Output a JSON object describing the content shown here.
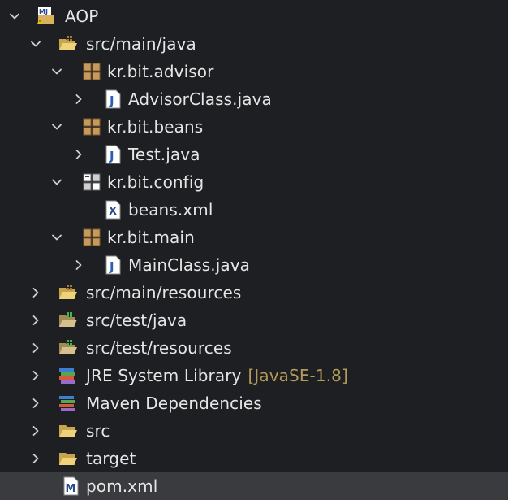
{
  "tree": {
    "project": {
      "label": "AOP"
    },
    "src_main_java": {
      "label": "src/main/java"
    },
    "pkg_advisor": {
      "label": "kr.bit.advisor"
    },
    "file_advisor": {
      "label": "AdvisorClass.java"
    },
    "pkg_beans": {
      "label": "kr.bit.beans"
    },
    "file_test": {
      "label": "Test.java"
    },
    "pkg_config": {
      "label": "kr.bit.config"
    },
    "file_beans_xml": {
      "label": "beans.xml"
    },
    "pkg_main": {
      "label": "kr.bit.main"
    },
    "file_mainclass": {
      "label": "MainClass.java"
    },
    "src_main_resources": {
      "label": "src/main/resources"
    },
    "src_test_java": {
      "label": "src/test/java"
    },
    "src_test_resources": {
      "label": "src/test/resources"
    },
    "jre_library": {
      "label": "JRE System Library",
      "decoration": "[JavaSE-1.8]"
    },
    "maven_deps": {
      "label": "Maven Dependencies"
    },
    "folder_src": {
      "label": "src"
    },
    "folder_target": {
      "label": "target"
    },
    "file_pom": {
      "label": "pom.xml"
    }
  },
  "colors": {
    "background": "#1e1f22",
    "selection": "#3a3b3e",
    "text": "#e6e6e6",
    "decoration": "#b49a5a"
  }
}
